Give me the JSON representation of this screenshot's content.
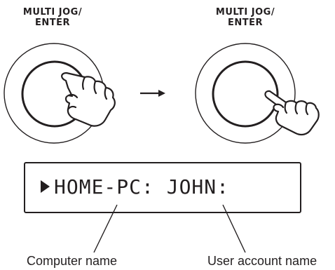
{
  "knobs": {
    "left_label": [
      "MULTI JOG/",
      "ENTER"
    ],
    "right_label": [
      "MULTI JOG/",
      "ENTER"
    ]
  },
  "display": {
    "segments": [
      "HOME-PC:",
      "JOHN:"
    ]
  },
  "callouts": {
    "computer": "Computer name",
    "user": "User account name"
  }
}
